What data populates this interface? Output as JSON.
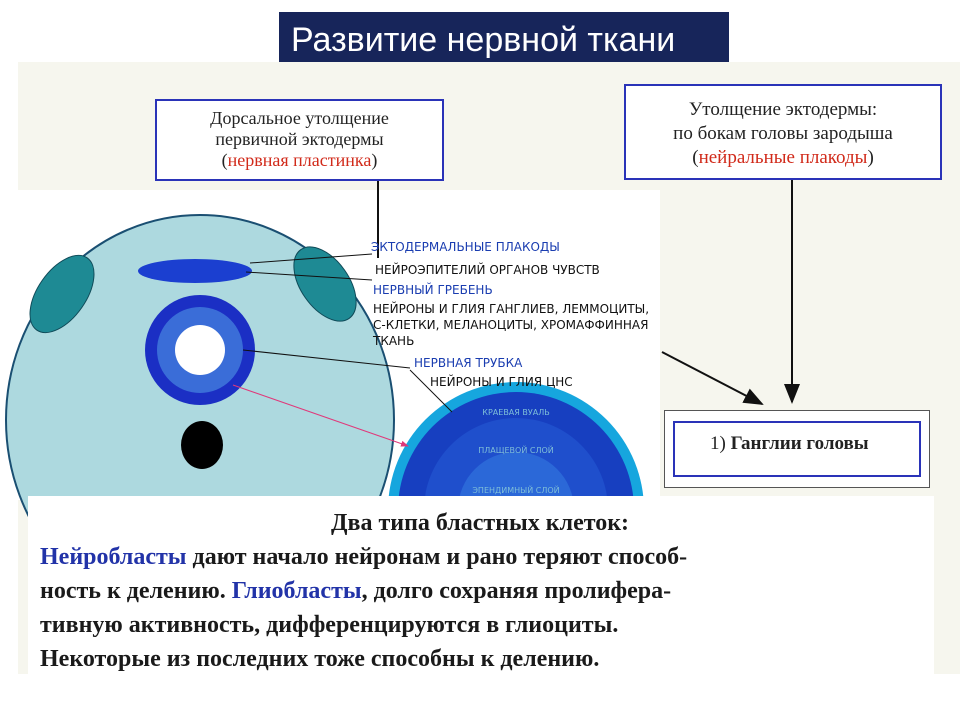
{
  "title": "Развитие нервной ткани",
  "box_left": {
    "line1": "Дорсальное утолщение",
    "line2": "первичной эктодермы",
    "open": "(",
    "highlight": "нервная пластинка",
    "close": ")"
  },
  "box_right": {
    "line1": "Утолщение эктодермы:",
    "line2": "по бокам головы зародыша",
    "open": "(",
    "highlight": "нейральные плакоды",
    "close": ")"
  },
  "box_ganglia": {
    "num": "1) ",
    "text": "Ганглии головы"
  },
  "labels": {
    "placodes_head": "ЭКТОДЕРМАЛЬНЫЕ ПЛАКОДЫ",
    "placodes_body": "НЕЙРОЭПИТЕЛИЙ ОРГАНОВ ЧУВСТВ",
    "crest_head": "НЕРВНЫЙ ГРЕБЕНЬ",
    "crest_body1": "НЕЙРОНЫ И ГЛИЯ ГАНГЛИЕВ, ЛЕММОЦИТЫ,",
    "crest_body2": "С-КЛЕТКИ, МЕЛАНОЦИТЫ, ХРОМАФФИННАЯ",
    "crest_body3": "ТКАНЬ",
    "tube_head": "НЕРВНАЯ ТРУБКА",
    "tube_body": "НЕЙРОНЫ И ГЛИЯ ЦНС"
  },
  "tube_layers": {
    "layer1": "КРАЕВАЯ ВУАЛЬ",
    "layer2": "ПЛАЩЕВОЙ СЛОЙ",
    "layer3": "ЭПЕНДИМНЫЙ СЛОЙ"
  },
  "bottom": {
    "heading": "Два типа бластных клеток:",
    "neuroblasts": "Нейробласты",
    "text1": " дают начало нейронам и рано теряют способ-",
    "text2a": "ность к делению. ",
    "glioblasts": "Глиобласты",
    "text2b": ", долго сохраняя пролифера-",
    "text3": "тивную активность, дифференцируются в глиоциты.",
    "text4": "Некоторые из последних тоже способны к делению."
  },
  "colors": {
    "title_bg": "#17255a",
    "box_border": "#2a33b8",
    "highlight_red": "#d12a1a",
    "term_blue": "#2233a8",
    "embryo_fill": "#add9df",
    "placode_fill": "#1e8a94",
    "tube_blue": "#1b2fc4",
    "crest_blue": "#1b3fd0"
  }
}
